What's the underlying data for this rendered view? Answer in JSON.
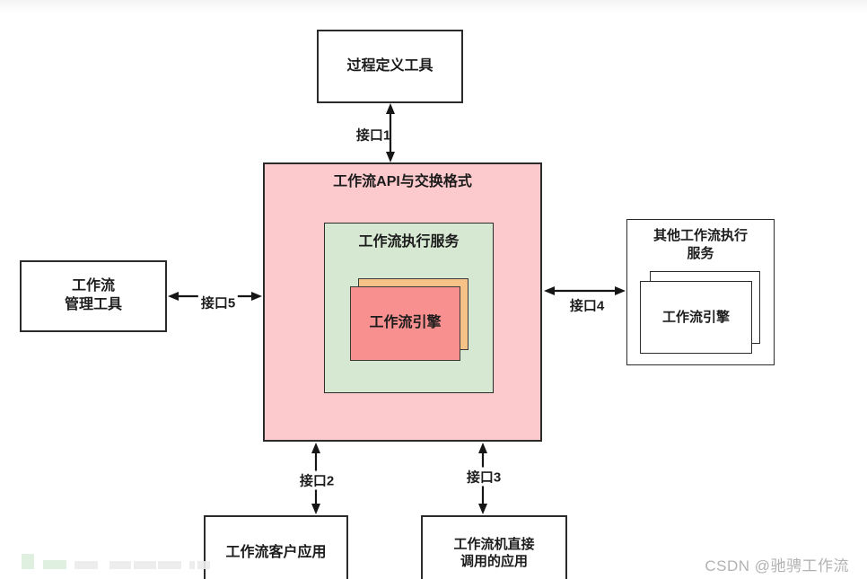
{
  "diagram": {
    "top_box": {
      "label": "过程定义工具"
    },
    "api_box": {
      "title": "工作流API与交换格式"
    },
    "exec_box": {
      "title": "工作流执行服务"
    },
    "engine_box": {
      "label": "工作流引擎"
    },
    "management_box": {
      "label": "工作流\n管理工具"
    },
    "other_box": {
      "title": "其他工作流执行\n服务",
      "engine_label": "工作流引擎"
    },
    "client_box": {
      "label": "工作流客户应用"
    },
    "invoked_box": {
      "label": "工作流机直接\n调用的应用"
    },
    "interfaces": {
      "i1": "接口1",
      "i2": "接口2",
      "i3": "接口3",
      "i4": "接口4",
      "i5": "接口5"
    },
    "colors": {
      "api_box_fill": "#fccacd",
      "exec_box_fill": "#d6e8d2",
      "engine_back_fill": "#f6c287",
      "engine_front_fill": "#f8908f",
      "border": "#2b2b2b",
      "watermark_gray": "#b2b2b2"
    }
  },
  "watermark": {
    "csdn": "CSDN @驰骋工作流"
  }
}
